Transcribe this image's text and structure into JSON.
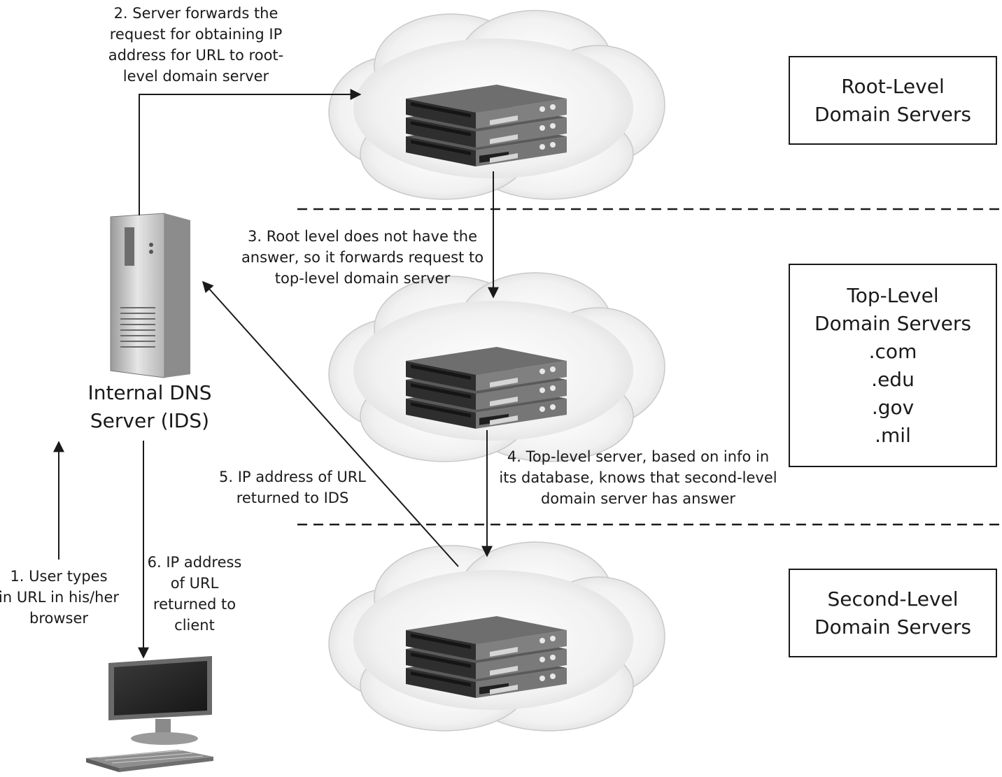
{
  "tiers": {
    "root": {
      "lines": [
        "Root-Level",
        "Domain Servers"
      ]
    },
    "top": {
      "lines": [
        "Top-Level",
        "Domain Servers",
        ".com",
        ".edu",
        ".gov",
        ".mil"
      ]
    },
    "second": {
      "lines": [
        "Second-Level",
        "Domain Servers"
      ]
    }
  },
  "ids_label": {
    "lines": [
      "Internal DNS",
      "Server (IDS)"
    ]
  },
  "steps": {
    "s1": {
      "lines": [
        "1. User types",
        "in URL in his/her",
        "browser"
      ]
    },
    "s2": {
      "lines": [
        "2. Server forwards the",
        "request for obtaining IP",
        "address for URL to root-",
        "level domain server"
      ]
    },
    "s3": {
      "lines": [
        "3. Root level does not have the",
        "answer, so it forwards request to",
        "top-level domain server"
      ]
    },
    "s4": {
      "lines": [
        "4. Top-level server, based on info in",
        "its database, knows that second-level",
        "domain server has answer"
      ]
    },
    "s5": {
      "lines": [
        "5. IP address of URL",
        "returned to IDS"
      ]
    },
    "s6": {
      "lines": [
        "6. IP address",
        "of URL",
        "returned to",
        "client"
      ]
    }
  },
  "icons": {
    "ids_server": "tower-server-icon",
    "client": "desktop-computer-icon",
    "server_cluster": "rack-server-cloud-icon"
  },
  "colors": {
    "line": "#1a1a1a",
    "cloud_fill": "#ebebeb",
    "server_dark": "#4a4a4a",
    "server_light": "#cfcfcf"
  }
}
